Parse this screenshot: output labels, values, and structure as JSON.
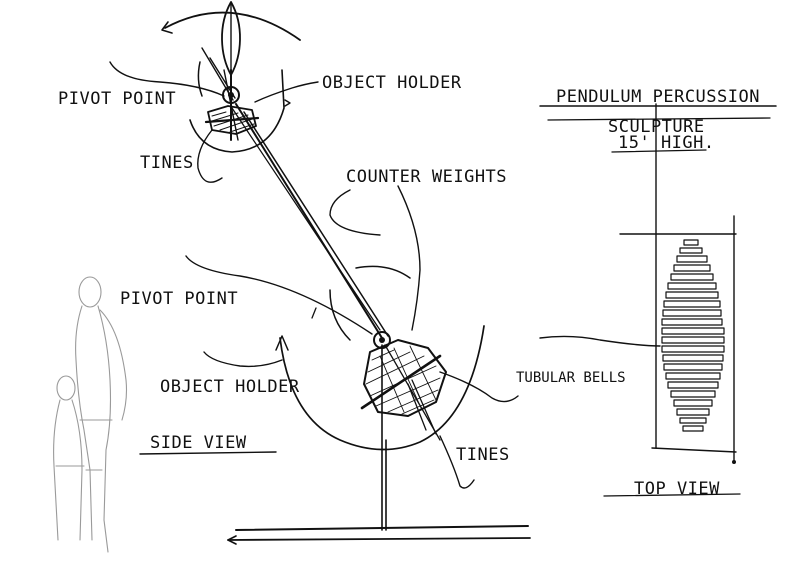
{
  "title": {
    "line1": "PENDULUM PERCUSSION",
    "line2": "SCULPTURE",
    "line3": "15' HIGH."
  },
  "labels": {
    "pivot_point_top": "PIVOT POINT",
    "object_holder_top": "OBJECT HOLDER",
    "tines_top": "TINES",
    "counter_weights": "COUNTER WEIGHTS",
    "pivot_point_bottom": "PIVOT POINT",
    "object_holder_bottom": "OBJECT HOLDER",
    "tubular_bells": "TUBULAR BELLS",
    "tines_bottom": "TINES",
    "side_view": "SIDE VIEW",
    "top_view": "TOP VIEW"
  },
  "colors": {
    "ink": "#111111",
    "pencil": "#9a9a9a",
    "paper": "#ffffff"
  }
}
